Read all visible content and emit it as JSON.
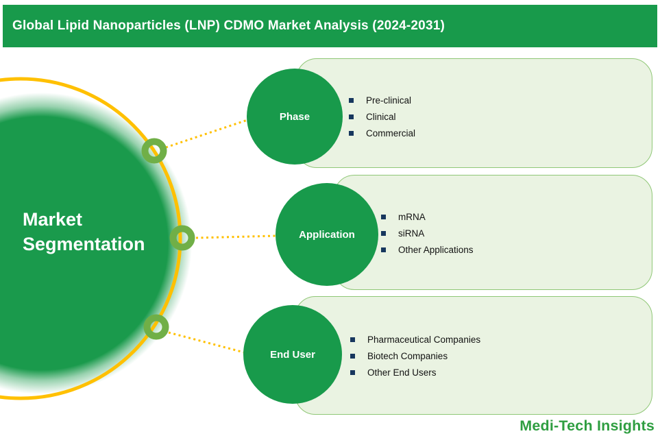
{
  "header": {
    "title": "Global Lipid Nanoparticles (LNP) CDMO Market Analysis (2024-2031)"
  },
  "hub": {
    "title": "Market Segmentation"
  },
  "segments": [
    {
      "label": "Phase",
      "items": [
        "Pre-clinical",
        "Clinical",
        "Commercial"
      ]
    },
    {
      "label": "Application",
      "items": [
        "mRNA",
        "siRNA",
        "Other Applications"
      ]
    },
    {
      "label": "End User",
      "items": [
        "Pharmaceutical Companies",
        "Biotech Companies",
        "Other End Users"
      ]
    }
  ],
  "footer": {
    "brand": "Medi-Tech Insights"
  },
  "colors": {
    "header_bg": "#189A4B",
    "circle_green": "#1A9A4C",
    "ring_yellow": "#FFC000",
    "node_ring_green": "#70AF47",
    "box_fill": "#EAF3E2",
    "box_border": "#8FC776",
    "bullet_navy": "#17375E",
    "brand_green": "#2F9E41"
  }
}
